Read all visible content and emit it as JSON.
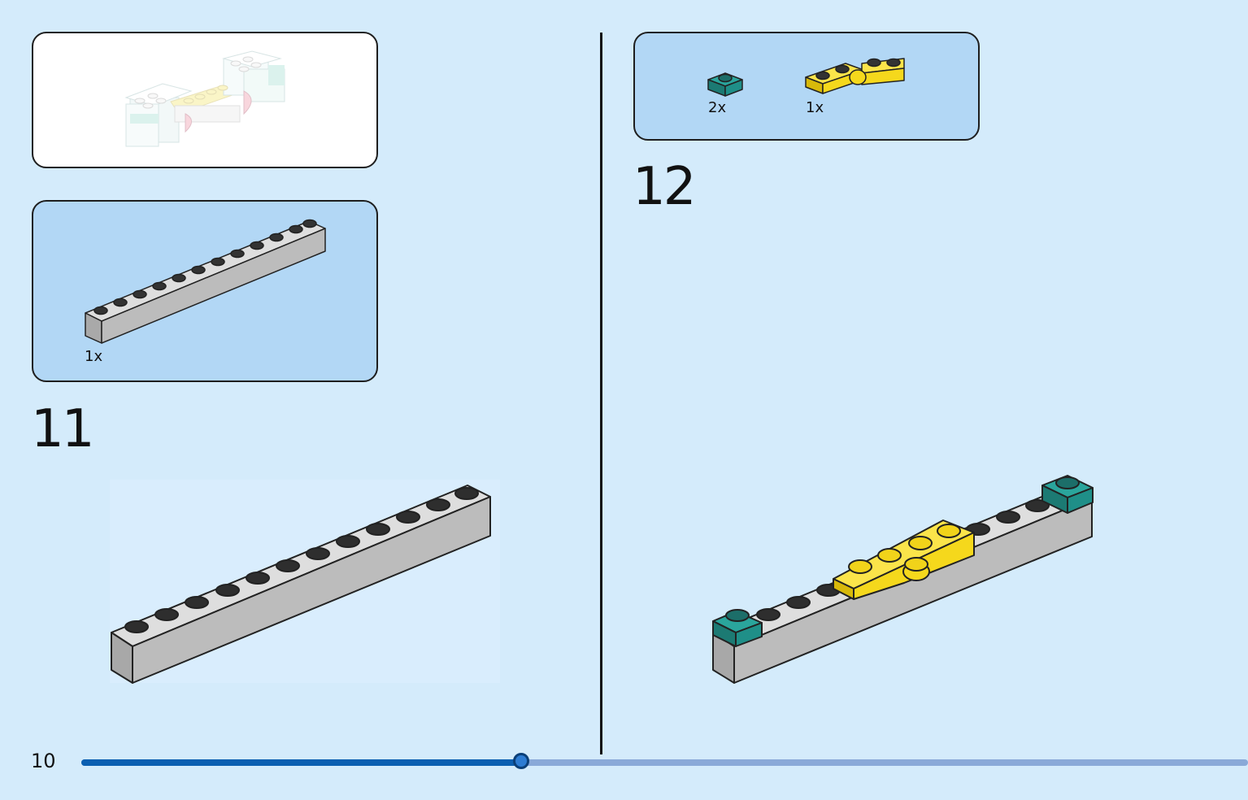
{
  "page": {
    "number": "10",
    "progress": 0.377
  },
  "steps": [
    {
      "number": "11",
      "parts": [
        {
          "qty": "1x",
          "name": "gray 1x12 brick",
          "color": "#b7b7b7"
        }
      ]
    },
    {
      "number": "12",
      "parts": [
        {
          "qty": "2x",
          "name": "teal 1x1 plate",
          "color": "#1f8f88"
        },
        {
          "qty": "1x",
          "name": "yellow hinge plate",
          "color": "#f5d81c"
        }
      ]
    }
  ],
  "colors": {
    "background": "#d4ebfb",
    "callout": "#b2d7f5",
    "brick_gray": "#b7b7b7",
    "teal": "#1f8f88",
    "yellow": "#f5d81c",
    "progress_fill": "#0b5fb1",
    "progress_track": "#8aa9d8"
  }
}
